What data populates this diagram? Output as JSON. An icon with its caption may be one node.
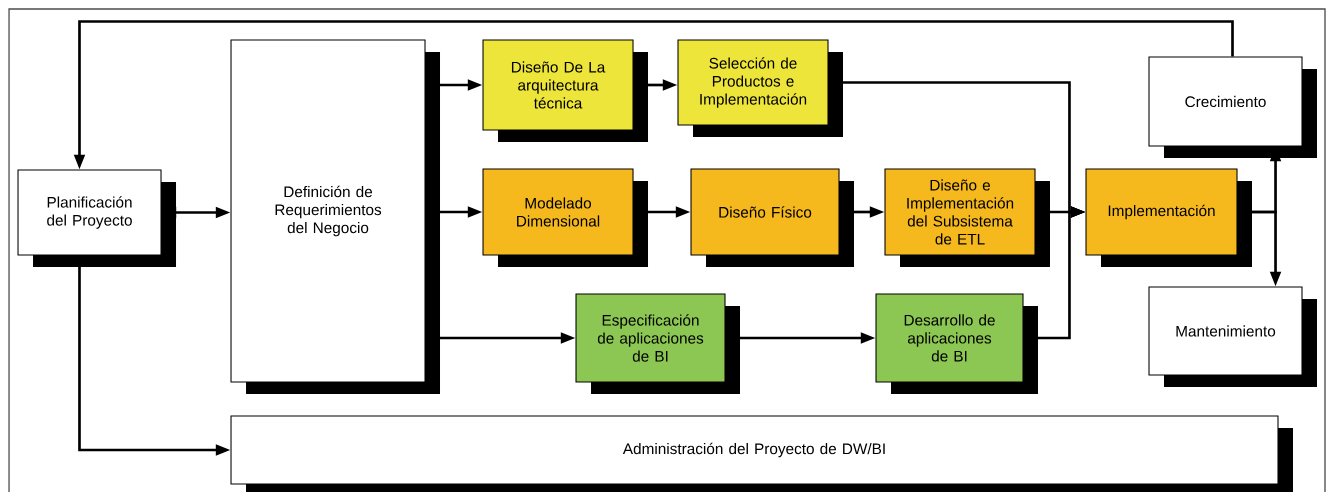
{
  "diagram": {
    "nodes": [
      {
        "text": [
          "Planificación del Proyecto"
        ]
      },
      {
        "text": [
          "Definición de Requerimientos del Negocio"
        ]
      },
      {
        "text": [
          "Diseño De La arquitectura técnica"
        ]
      },
      {
        "text": [
          "Selección de Productos e Implementación"
        ]
      },
      {
        "text": [
          "Modelado Dimensional"
        ]
      },
      {
        "text": [
          "Diseño Físico"
        ]
      },
      {
        "text": [
          "Diseño e Implementación del Subsistema de ETL"
        ]
      },
      {
        "text": [
          "Implementación"
        ]
      },
      {
        "text": [
          "Crecimiento"
        ]
      },
      {
        "text": [
          "Mantenimiento"
        ]
      },
      {
        "text": [
          "Especificación de aplicaciones de BI"
        ]
      },
      {
        "text": [
          "Desarrollo de aplicaciones de BI"
        ]
      },
      {
        "text": [
          "Administración del Proyecto de DW/BI"
        ]
      }
    ],
    "edges": [
      {
        "from": 0,
        "to": 1,
        "arrow": "both"
      },
      {
        "from": 1,
        "to": 2,
        "arrow": "to"
      },
      {
        "from": 1,
        "to": 4,
        "arrow": "to"
      },
      {
        "from": 1,
        "to": 10,
        "arrow": "to"
      },
      {
        "from": 2,
        "to": 3,
        "arrow": "to"
      },
      {
        "from": 4,
        "to": 5,
        "arrow": "to"
      },
      {
        "from": 5,
        "to": 6,
        "arrow": "to"
      },
      {
        "from": 6,
        "to": 7,
        "arrow": "to"
      },
      {
        "from": 3,
        "to": 7,
        "arrow": "to"
      },
      {
        "from": 10,
        "to": 11,
        "arrow": "to"
      },
      {
        "from": 11,
        "to": 7,
        "arrow": "to"
      },
      {
        "from": 7,
        "to": 8,
        "arrow": "to"
      },
      {
        "from": 7,
        "to": 9,
        "arrow": "to"
      },
      {
        "from": 8,
        "to": 0,
        "arrow": "to"
      },
      {
        "from": 0,
        "to": 12,
        "arrow": "to"
      }
    ]
  }
}
